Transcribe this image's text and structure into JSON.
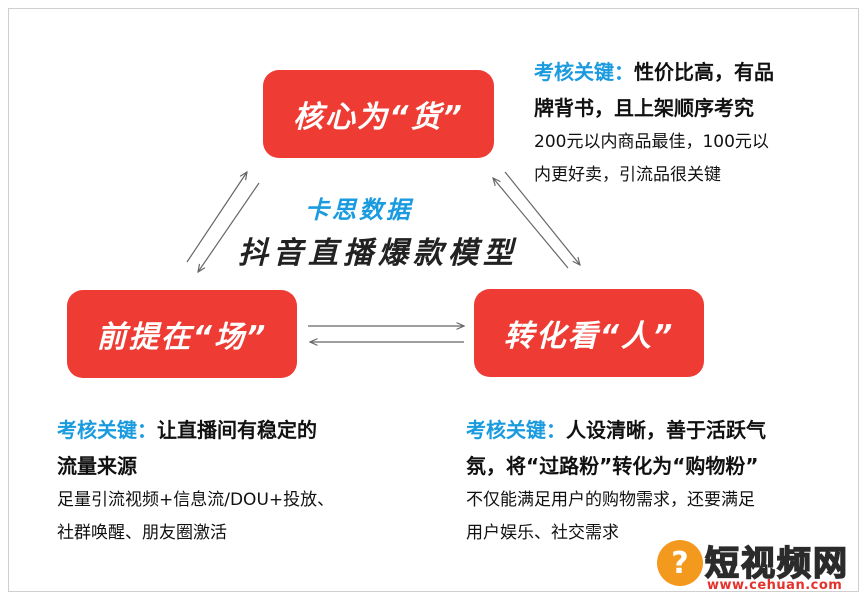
{
  "diagram": {
    "subtitle": "卡思数据",
    "title": "抖音直播爆款模型",
    "nodes": [
      {
        "id": "goods",
        "label": "核心为“货”"
      },
      {
        "id": "place",
        "label": "前提在“场”"
      },
      {
        "id": "people",
        "label": "转化看“人”"
      }
    ],
    "edges": [
      {
        "from": "place",
        "to": "goods",
        "direction": "bidirectional"
      },
      {
        "from": "goods",
        "to": "people",
        "direction": "bidirectional"
      },
      {
        "from": "place",
        "to": "people",
        "direction": "bidirectional"
      }
    ]
  },
  "notes": {
    "goods": {
      "label": "考核关键：",
      "key_line1": "性价比高，有品",
      "key_line2": "牌背书，且上架顺序考究",
      "desc_line1": "200元以内商品最佳，100元以",
      "desc_line2": "内更好卖，引流品很关键"
    },
    "place": {
      "label": "考核关键：",
      "key_line1": "让直播间有稳定的",
      "key_line2": "流量来源",
      "desc_line1": "足量引流视频+信息流/DOU+投放、",
      "desc_line2": "社群唤醒、朋友圈激活"
    },
    "people": {
      "label": "考核关键：",
      "key_line1": "人设清晰，善于活跃气",
      "key_line2": "氛，将“过路粉”转化为“购物粉”",
      "desc_line1": "不仅能满足用户的购物需求，还要满足",
      "desc_line2": "用户娱乐、社交需求"
    }
  },
  "watermark": {
    "logo_text": "短视频网",
    "url": "www.cehuan.com"
  },
  "colors": {
    "box": "#ee3b33",
    "accent_blue": "#1a9be0",
    "arrow": "#666666"
  }
}
